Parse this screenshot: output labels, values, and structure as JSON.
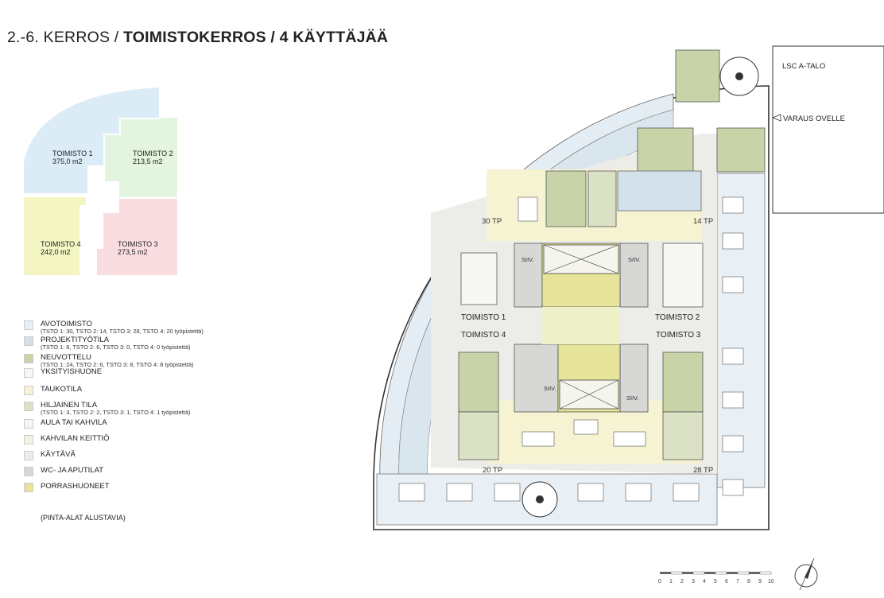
{
  "title": {
    "prefix": "2.-6. KERROS / ",
    "main": "TOIMISTOKERROS / 4 KÄYTTÄJÄÄ"
  },
  "keymap": {
    "zones": [
      {
        "name": "TOIMISTO 1",
        "area": "375,0 m2",
        "color": "#dcecf7"
      },
      {
        "name": "TOIMISTO 2",
        "area": "213,5 m2",
        "color": "#e3f5df"
      },
      {
        "name": "TOIMISTO 4",
        "area": "242,0 m2",
        "color": "#f3f5c2"
      },
      {
        "name": "TOIMISTO 3",
        "area": "273,5 m2",
        "color": "#fadde1"
      }
    ]
  },
  "legend": [
    {
      "label": "AVOTOIMISTO",
      "sub": "(TSTO 1: 30, TSTO 2: 14, TSTO 3: 28, TSTO 4: 20  työpistettä)",
      "color": "#e8f0f5"
    },
    {
      "label": "PROJEKTITYÖTILA",
      "sub": "(TSTO 1: 6, TSTO 2: 6, TSTO 3: 0, TSTO 4: 0  työpistettä)",
      "color": "#d3e1ea"
    },
    {
      "label": "NEUVOTTELU",
      "sub": "(TSTO 1: 24, TSTO 2: 6, TSTO 3: 8, TSTO 4: 8  työpistettä)",
      "color": "#c8d4a8"
    },
    {
      "label": "YKSITYISHUONE",
      "sub": "",
      "color": "#f7f7f4"
    },
    {
      "label": "TAUKOTILA",
      "sub": "",
      "color": "#f6f3d2"
    },
    {
      "label": "HILJAINEN TILA",
      "sub": "(TSTO 1: 3, TSTO 2: 2, TSTO 3: 1, TSTO 4: 1  työpistettä)",
      "color": "#dbe1c5"
    },
    {
      "label": "AULA TAI KAHVILA",
      "sub": "",
      "color": "#f5f5ee"
    },
    {
      "label": "KAHVILAN KEITTIÖ",
      "sub": "",
      "color": "#f5f0e6"
    },
    {
      "label": "KÄYTÄVÄ",
      "sub": "",
      "color": "#ececE8"
    },
    {
      "label": "WC- JA APUTILAT",
      "sub": "",
      "color": "#d7d7d5"
    },
    {
      "label": "PORRASHUONEET",
      "sub": "",
      "color": "#e6e39a"
    }
  ],
  "note": "(PINTA-ALAT ALUSTAVIA)",
  "plan": {
    "office_labels": [
      "TOIMISTO 1",
      "TOIMISTO 2",
      "TOIMISTO 4",
      "TOIMISTO 3"
    ],
    "capacity_labels": [
      "30 TP",
      "14 TP",
      "20 TP",
      "28 TP"
    ],
    "siiv_labels": [
      "SIIV.",
      "SIIV.",
      "SIIV.",
      "SIIV."
    ],
    "neighbor_label": "LSC A-TALO",
    "door_label": "VARAUS OVELLE"
  },
  "scale": {
    "ticks": [
      "0",
      "1",
      "2",
      "3",
      "4",
      "5",
      "6",
      "7",
      "8",
      "9",
      "10"
    ]
  },
  "compass_icon": "north-arrow-icon"
}
